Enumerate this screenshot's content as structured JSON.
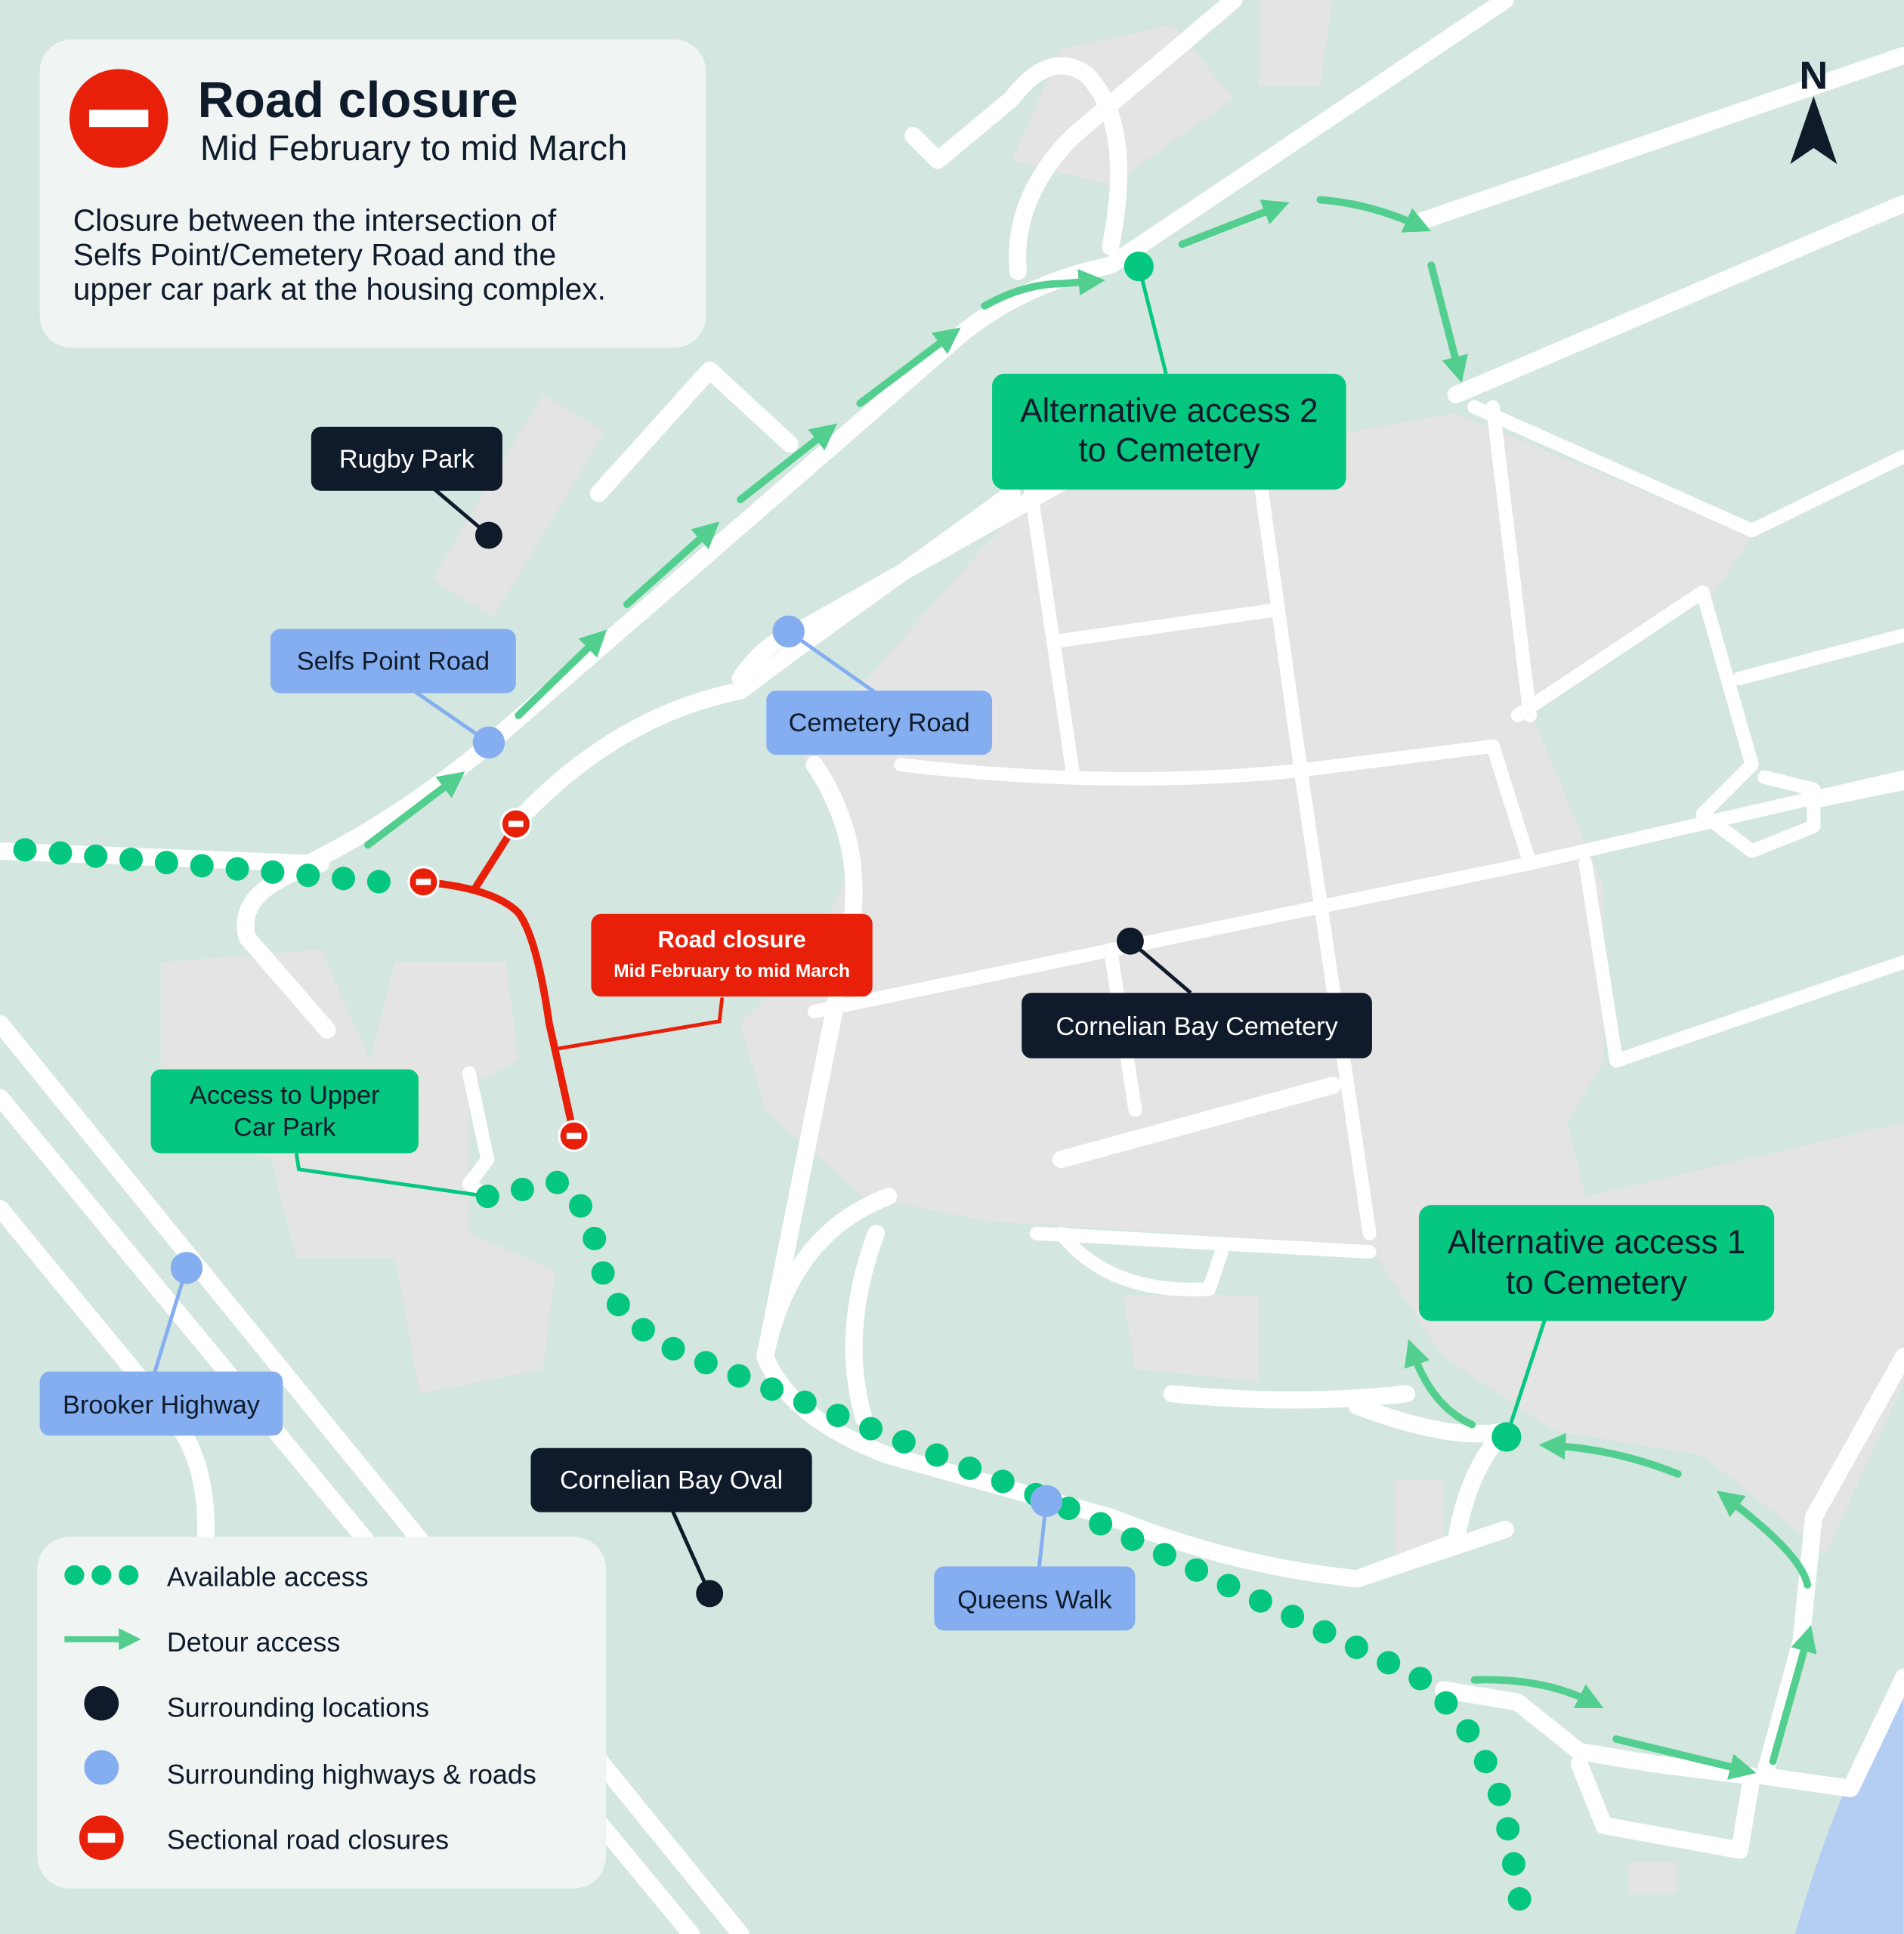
{
  "header": {
    "title": "Road closure",
    "subtitle": "Mid February to mid March",
    "description": [
      "Closure between the intersection of",
      "Selfs Point/Cemetery Road and the",
      "upper car park at the housing complex."
    ]
  },
  "compass": {
    "label": "N"
  },
  "labels": {
    "rugby_park": "Rugby Park",
    "selfs_point_road": "Selfs Point Road",
    "cemetery_road": "Cemetery Road",
    "alt_access_2": [
      "Alternative access 2",
      "to Cemetery"
    ],
    "alt_access_1": [
      "Alternative access 1",
      "to Cemetery"
    ],
    "closure_title": "Road closure",
    "closure_sub": "Mid February to mid March",
    "cornelian_bay_cemetery": "Cornelian Bay Cemetery",
    "access_upper_car_park": [
      "Access to Upper",
      "Car Park"
    ],
    "brooker_highway": "Brooker Highway",
    "cornelian_bay_oval": "Cornelian Bay Oval",
    "queens_walk": "Queens Walk"
  },
  "legend": [
    {
      "label": "Available access",
      "icon": "dots-icon"
    },
    {
      "label": "Detour access",
      "icon": "arrow-icon"
    },
    {
      "label": "Surrounding locations",
      "icon": "dark-dot-icon"
    },
    {
      "label": "Surrounding highways & roads",
      "icon": "blue-dot-icon"
    },
    {
      "label": "Sectional road closures",
      "icon": "no-entry-icon"
    }
  ],
  "colors": {
    "background": "#d3e6df",
    "access_green": "#05c77f",
    "detour_green": "#52cf8e",
    "location_dark": "#0f1b2b",
    "road_blue": "#84aef0",
    "closure_red": "#e8200a"
  }
}
